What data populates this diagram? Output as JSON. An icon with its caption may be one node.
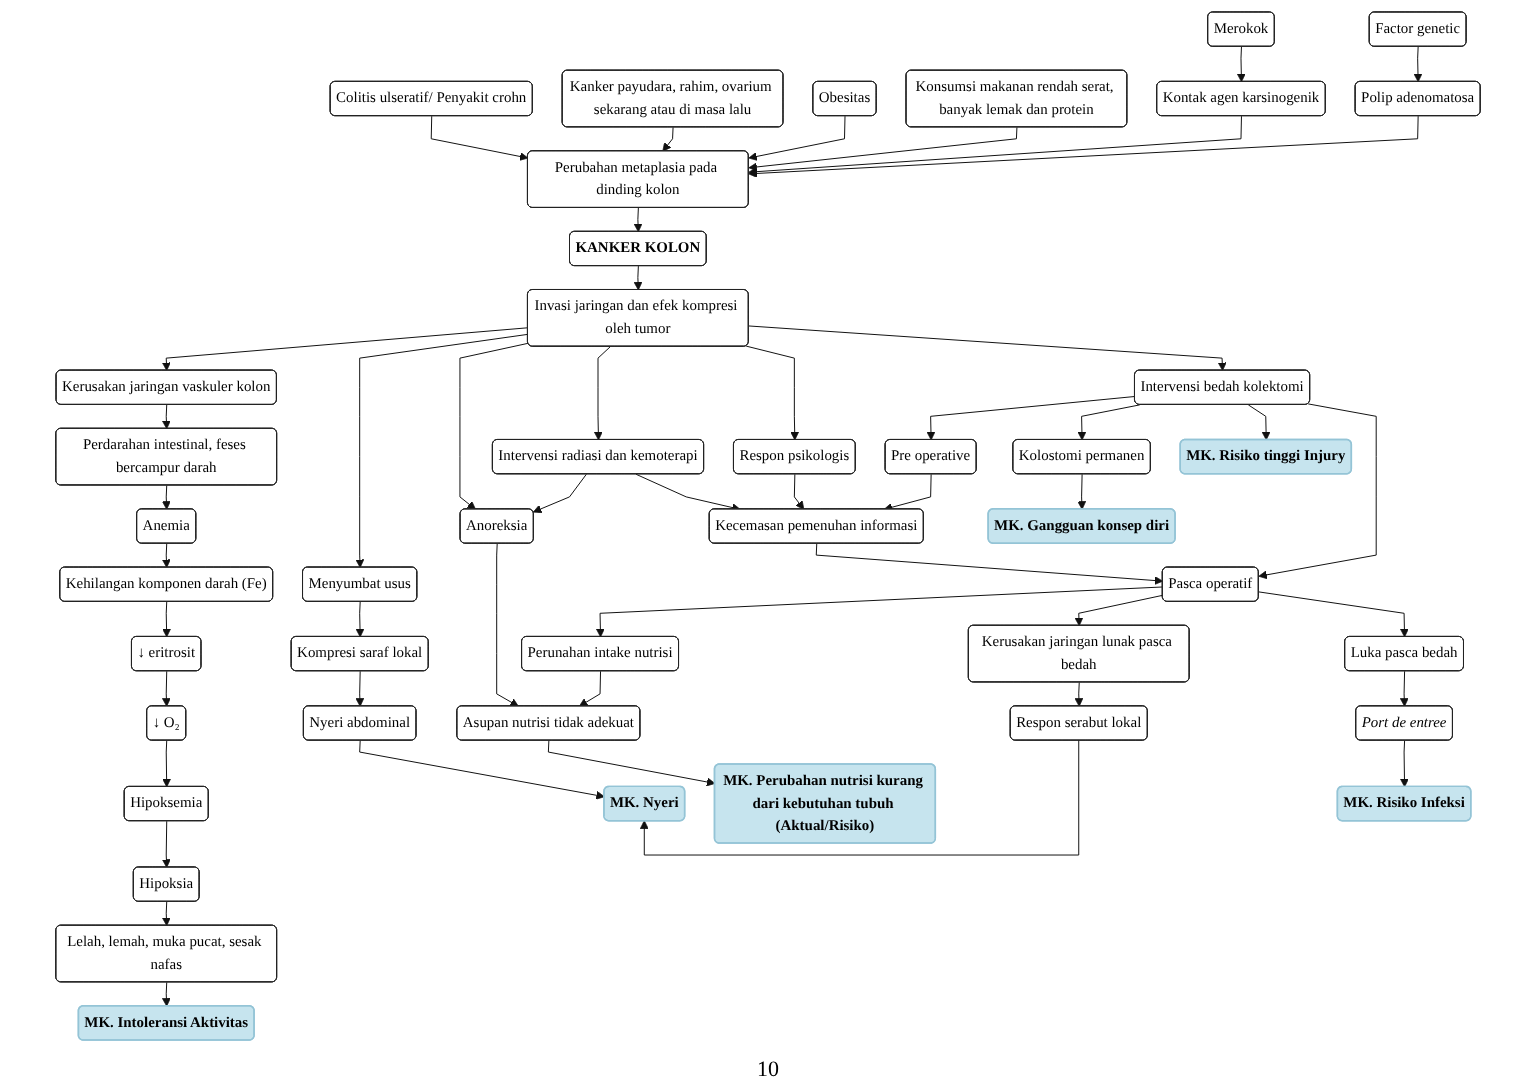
{
  "diagram": {
    "nodes": [
      {
        "text": [
          "Merokok"
        ]
      },
      {
        "text": [
          "Factor genetic"
        ]
      },
      {
        "text": [
          "Colitis ulseratif/ Penyakit crohn"
        ]
      },
      {
        "text": [
          "Kanker payudara, rahim, ovarium sekarang atau di masa lalu"
        ]
      },
      {
        "text": [
          "Obesitas"
        ]
      },
      {
        "text": [
          "Konsumsi makanan rendah serat, banyak lemak dan protein"
        ]
      },
      {
        "text": [
          "Kontak agen karsinogenik"
        ]
      },
      {
        "text": [
          "Polip adenomatosa"
        ]
      },
      {
        "text": [
          "Perubahan metaplasia pada dinding kolon"
        ]
      },
      {
        "text": [
          "↓ eritrosit"
        ]
      },
      {
        "text": [
          "Kehilangan komponen darah (Fe)"
        ]
      },
      {
        "text": [
          "Kerusakan jaringan vaskuler kolon"
        ]
      },
      {
        "text": [
          "KANKER KOLON"
        ]
      },
      {
        "text": [
          "MK. Gangguan konsep diri"
        ]
      },
      {
        "text": [
          "Kolostomi permanen"
        ]
      },
      {
        "text": [
          "↓ O₂"
        ]
      },
      {
        "text": [
          "Anemia"
        ]
      },
      {
        "text": [
          "Perdarahan intestinal, feses bercampur darah"
        ]
      },
      {
        "text": [
          "Invasi jaringan dan efek kompresi oleh tumor"
        ]
      },
      {
        "text": [
          "MK. Risiko tinggi Injury"
        ]
      },
      {
        "text": [
          "Hipoksemia"
        ]
      },
      {
        "text": [
          "Hipoksia"
        ]
      },
      {
        "text": [
          "Menyumbat usus"
        ]
      },
      {
        "text": [
          "Anoreksia"
        ]
      },
      {
        "text": [
          "Intervensi radiasi dan kemoterapi"
        ]
      },
      {
        "text": [
          "Respon psikologis"
        ]
      },
      {
        "text": [
          "Intervensi bedah kolektomi"
        ]
      },
      {
        "text": [
          "Lelah, lemah, muka pucat, sesak nafas"
        ]
      },
      {
        "text": [
          "Kompresi saraf lokal"
        ]
      },
      {
        "text": [
          "Asupan nutrisi tidak adekuat"
        ]
      },
      {
        "text": [
          "Kecemasan pemenuhan informasi"
        ]
      },
      {
        "text": [
          "Pre operative"
        ]
      },
      {
        "text": [
          "Nyeri abdominal"
        ]
      },
      {
        "text": [
          "MK. Intoleransi Aktivitas"
        ]
      },
      {
        "text": [
          "MK. Nyeri"
        ]
      },
      {
        "text": [
          "MK. Perubahan nutrisi kurang dari kebutuhan tubuh (Aktual/Risiko)"
        ]
      },
      {
        "text": [
          "Perunahan intake nutrisi"
        ]
      },
      {
        "text": [
          "Pasca operatif"
        ]
      },
      {
        "text": [
          "Luka pasca bedah"
        ]
      },
      {
        "text": [
          "Kerusakan jaringan lunak pasca bedah"
        ]
      },
      {
        "text": [
          "Respon serabut lokal"
        ]
      },
      {
        "text": [
          "MK. Risiko Infeksi"
        ]
      },
      {
        "text": [
          "Port de entree"
        ]
      }
    ],
    "edges": [
      {
        "from": 0,
        "to": 6,
        "arrow": "to"
      },
      {
        "from": 1,
        "to": 7,
        "arrow": "to"
      },
      {
        "from": 6,
        "to": 8,
        "arrow": "to"
      },
      {
        "from": 7,
        "to": 8,
        "arrow": "to"
      },
      {
        "from": 2,
        "to": 8,
        "arrow": "to"
      },
      {
        "from": 3,
        "to": 8,
        "arrow": "to"
      },
      {
        "from": 4,
        "to": 8,
        "arrow": "to"
      },
      {
        "from": 5,
        "to": 8,
        "arrow": "to"
      },
      {
        "from": 8,
        "to": 12,
        "arrow": "to"
      },
      {
        "from": 12,
        "to": 18,
        "arrow": "to"
      },
      {
        "from": 18,
        "to": 11,
        "arrow": "to"
      },
      {
        "from": 11,
        "to": 17,
        "arrow": "to"
      },
      {
        "from": 17,
        "to": 16,
        "arrow": "to"
      },
      {
        "from": 16,
        "to": 10,
        "arrow": "to"
      },
      {
        "from": 10,
        "to": 9,
        "arrow": "to"
      },
      {
        "from": 9,
        "to": 15,
        "arrow": "to"
      },
      {
        "from": 15,
        "to": 20,
        "arrow": "to"
      },
      {
        "from": 20,
        "to": 21,
        "arrow": "to"
      },
      {
        "from": 21,
        "to": 27,
        "arrow": "to"
      },
      {
        "from": 27,
        "to": 33,
        "arrow": "to"
      },
      {
        "from": 18,
        "to": 22,
        "arrow": "to"
      },
      {
        "from": 18,
        "to": 23,
        "arrow": "to"
      },
      {
        "from": 18,
        "to": 24,
        "arrow": "to"
      },
      {
        "from": 18,
        "to": 25,
        "arrow": "to"
      },
      {
        "from": 18,
        "to": 26,
        "arrow": "to"
      },
      {
        "from": 22,
        "to": 28,
        "arrow": "to"
      },
      {
        "from": 28,
        "to": 32,
        "arrow": "to"
      },
      {
        "from": 32,
        "to": 34,
        "arrow": "to"
      },
      {
        "from": 40,
        "to": 34,
        "arrow": "to"
      },
      {
        "from": 24,
        "to": 23,
        "arrow": "to"
      },
      {
        "from": 23,
        "to": 29,
        "arrow": "to"
      },
      {
        "from": 29,
        "to": 35,
        "arrow": "to"
      },
      {
        "from": 36,
        "to": 29,
        "arrow": "to"
      },
      {
        "from": 24,
        "to": 30,
        "arrow": "to"
      },
      {
        "from": 25,
        "to": 30,
        "arrow": "to"
      },
      {
        "from": 26,
        "to": 31,
        "arrow": "to"
      },
      {
        "from": 31,
        "to": 30,
        "arrow": "to"
      },
      {
        "from": 26,
        "to": 14,
        "arrow": "to"
      },
      {
        "from": 26,
        "to": 19,
        "arrow": "to"
      },
      {
        "from": 26,
        "to": 37,
        "arrow": "to"
      },
      {
        "from": 14,
        "to": 13,
        "arrow": "to"
      },
      {
        "from": 30,
        "to": 37,
        "arrow": "to"
      },
      {
        "from": 37,
        "to": 36,
        "arrow": "to"
      },
      {
        "from": 37,
        "to": 39,
        "arrow": "to"
      },
      {
        "from": 37,
        "to": 38,
        "arrow": "to"
      },
      {
        "from": 38,
        "to": 42,
        "arrow": "to"
      },
      {
        "from": 42,
        "to": 41,
        "arrow": "to"
      },
      {
        "from": 39,
        "to": 40,
        "arrow": "to"
      }
    ],
    "labels": [
      "10"
    ]
  }
}
